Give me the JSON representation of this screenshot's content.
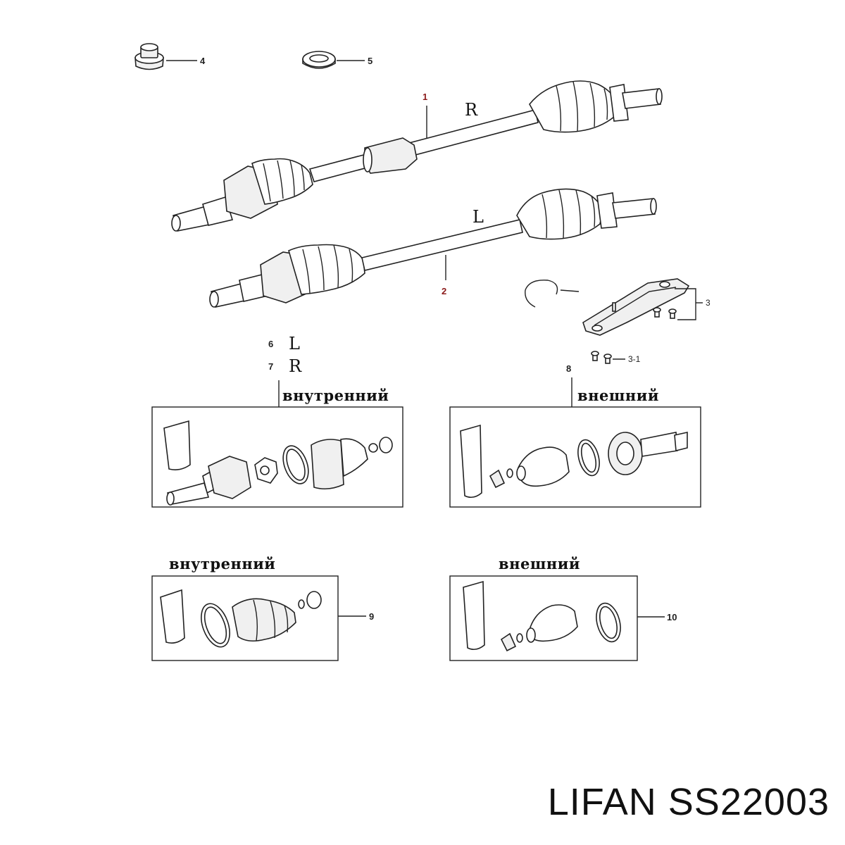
{
  "callouts": {
    "c1": "1",
    "c2": "2",
    "c3": "3",
    "c3_1": "3-1",
    "c4": "4",
    "c5": "5",
    "c6": "6",
    "c7": "7",
    "c8": "8",
    "c9": "9",
    "c10": "10"
  },
  "sides": {
    "shaft1": "R",
    "shaft2": "L",
    "kit6": "L",
    "kit7": "R"
  },
  "kits": {
    "inner_top": "внутренний",
    "outer_top": "внешний",
    "inner_bottom": "внутренний",
    "outer_bottom": "внешний"
  },
  "caption": "LIFAN SS22003"
}
